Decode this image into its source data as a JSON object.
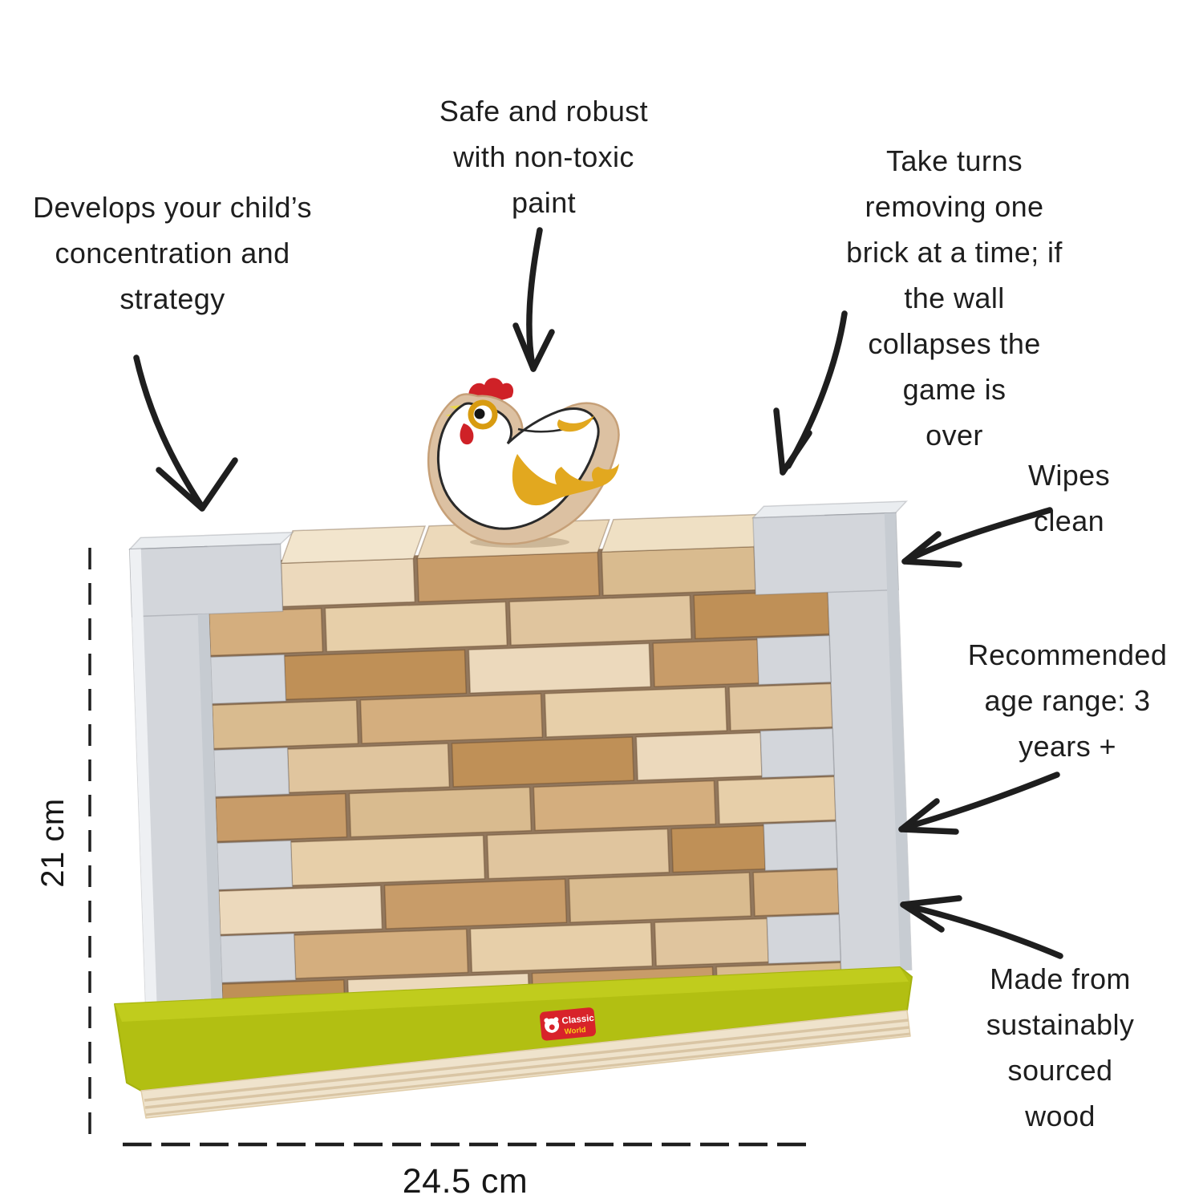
{
  "annotations": {
    "develops": [
      "Develops your child’s",
      "concentration and",
      "strategy"
    ],
    "safe": [
      "Safe and robust",
      "with non-toxic",
      "paint"
    ],
    "take_turns": [
      "Take turns removing one",
      "brick at a time; if the wall",
      "collapses the game is",
      "over"
    ],
    "wipes": [
      "Wipes clean"
    ],
    "age": [
      "Recommended",
      "age range: 3",
      "years +"
    ],
    "wood": [
      "Made from",
      "sustainably",
      "sourced wood"
    ]
  },
  "dimensions": {
    "height": "21 cm",
    "width": "24.5 cm"
  },
  "brand": {
    "name": "Classic World",
    "line1": "Classic",
    "line2": "World"
  },
  "colors": {
    "annotation_ink": "#1e1e1e",
    "post_gray": "#d3d6db",
    "base_green": "#b2bf12",
    "logo_red": "#d8232a",
    "brick_light": "#ecd9bc",
    "brick_dark": "#c3945d",
    "chicken_comb_red": "#cf2127",
    "chicken_wing_gold": "#e2a81f"
  }
}
